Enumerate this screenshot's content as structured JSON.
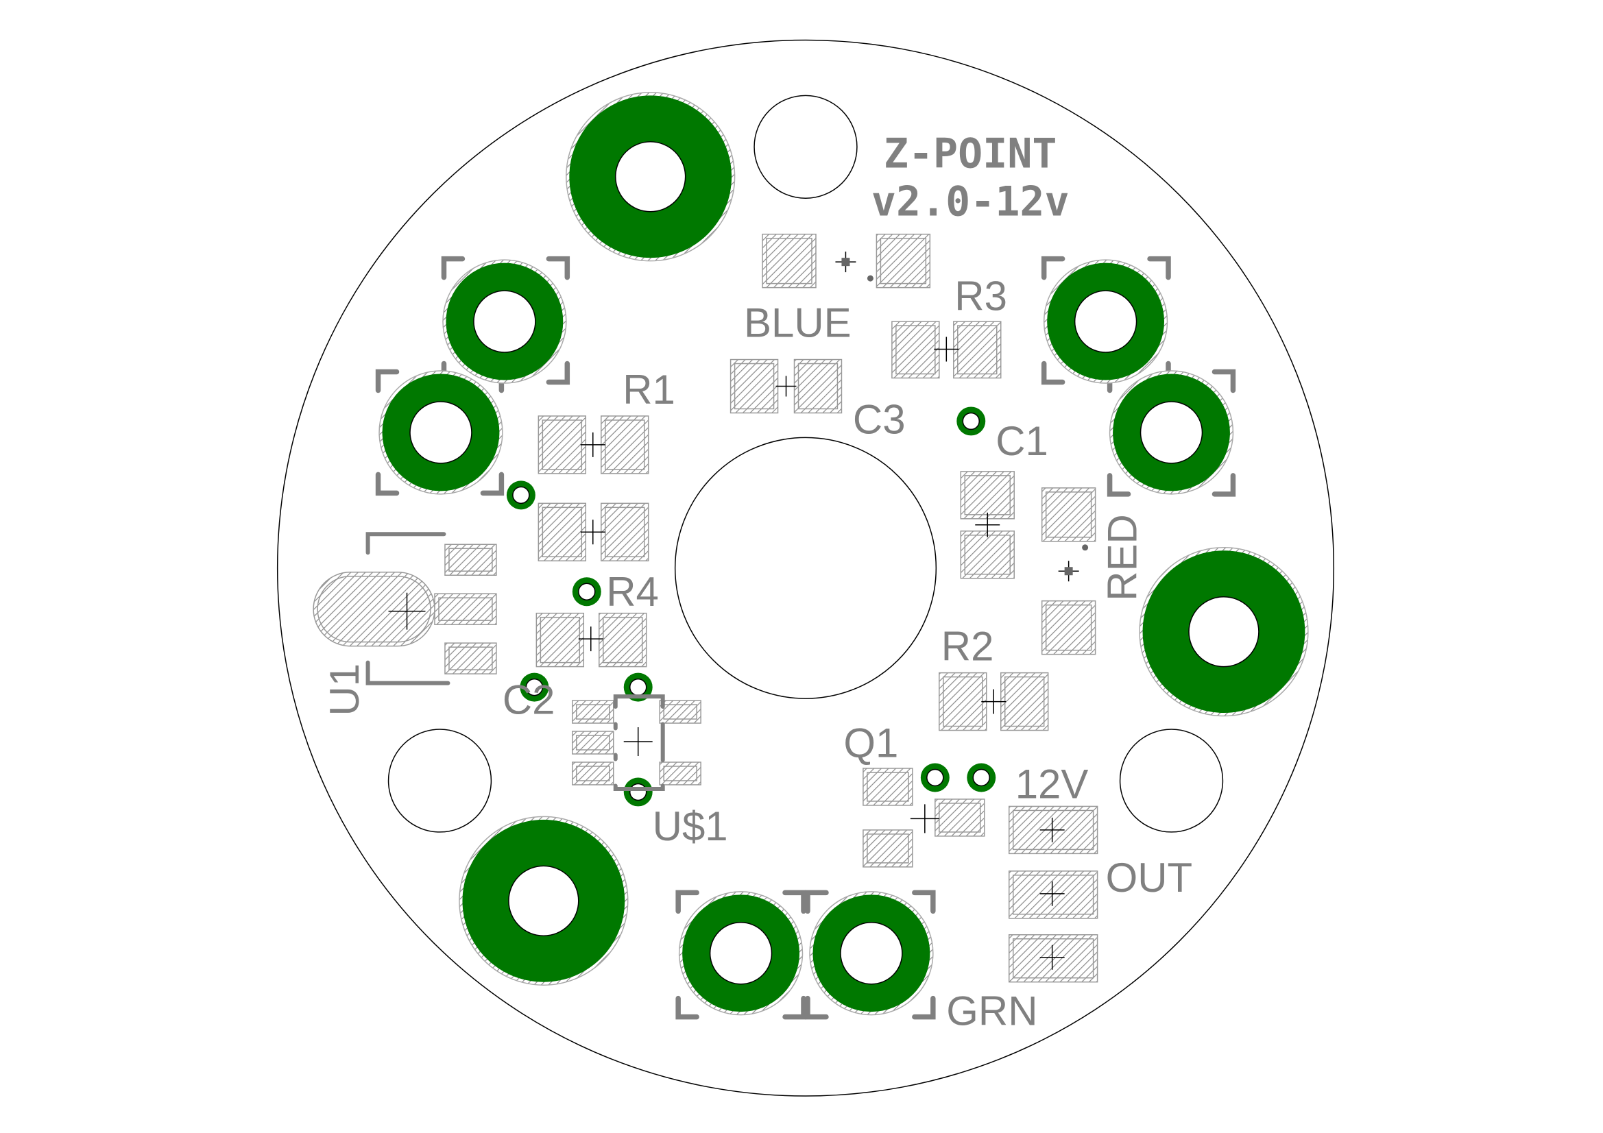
{
  "board": {
    "title_line1": "Z-POINT",
    "title_line2": "v2.0-12v"
  },
  "labels": {
    "blue": "BLUE",
    "r3": "R3",
    "r1": "R1",
    "c3": "C3",
    "c1": "C1",
    "r4": "R4",
    "red": "RED",
    "r2": "R2",
    "u1": "U1",
    "c2": "C2",
    "q1": "Q1",
    "v12": "12V",
    "us1": "U$1",
    "out": "OUT",
    "grn": "GRN"
  },
  "colors": {
    "copper": "#007800",
    "silkscreen": "#808080",
    "outline": "#000000",
    "background": "#ffffff"
  }
}
